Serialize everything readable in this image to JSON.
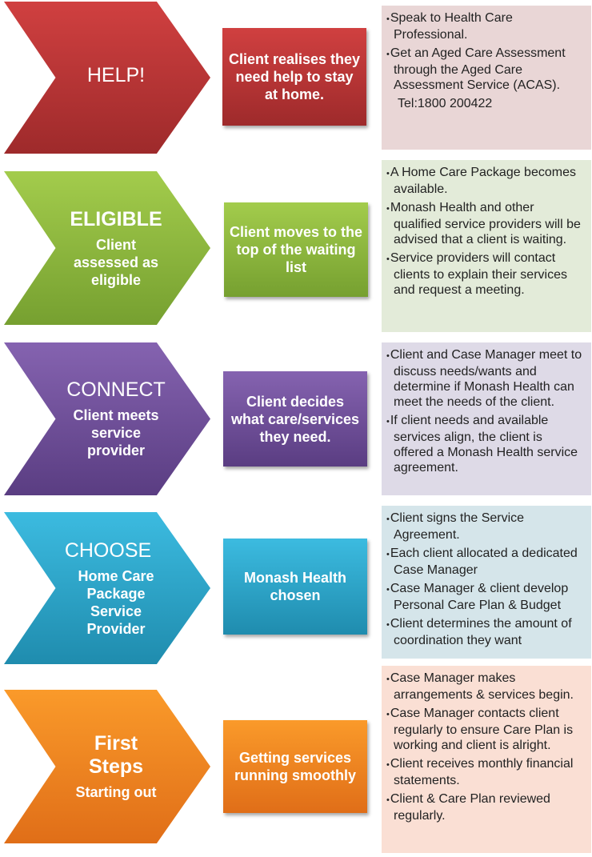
{
  "steps": [
    {
      "title": "HELP!",
      "subtitle": "",
      "action": "Client  realises they need help to stay at home.",
      "notes": [
        "Speak to Health Care Professional.",
        "Get an Aged Care Assessment through the Aged Care Assessment Service (ACAS)."
      ],
      "extra": "Tel:1800 200422",
      "color": "#c0393b",
      "note_bg": "#e9d6d6"
    },
    {
      "title": "ELIGIBLE",
      "subtitle": "Client assessed as eligible",
      "action": "Client moves to the top of the waiting list",
      "notes": [
        "A Home Care Package becomes available.",
        "Monash Health and other qualified service providers will be advised that a client is waiting.",
        "Service providers will contact clients to explain their services and request a meeting."
      ],
      "color": "#8fbc3f",
      "note_bg": "#e3ebd9"
    },
    {
      "title": "CONNECT",
      "subtitle": "Client meets service provider",
      "action": "Client decides what care/services they need.",
      "notes": [
        "Client and Case Manager meet to discuss needs/wants and determine if Monash Health can meet the needs of the client.",
        "If client needs and available services align, the client is offered a Monash Health service agreement."
      ],
      "color": "#6f4f9a",
      "note_bg": "#dedae7"
    },
    {
      "title": "CHOOSE",
      "subtitle": "Home Care Package Service Provider",
      "action": "Monash Health chosen",
      "notes": [
        "Client signs the Service Agreement.",
        "Each client allocated a dedicated Case Manager",
        "Case Manager  & client develop Personal Care Plan & Budget",
        "Client determines the amount of coordination  they want"
      ],
      "color": "#2ea6cc",
      "note_bg": "#d5e5ea"
    },
    {
      "title": "First Steps",
      "subtitle": "Starting out",
      "action": "Getting services running smoothly",
      "notes": [
        "Case Manager makes arrangements & services begin.",
        "Case Manager contacts client regularly to ensure Care Plan is working and client is alright.",
        "Client receives monthly financial statements.",
        "Client & Care Plan reviewed regularly."
      ],
      "color": "#f28a1f",
      "note_bg": "#fadfd4"
    }
  ]
}
